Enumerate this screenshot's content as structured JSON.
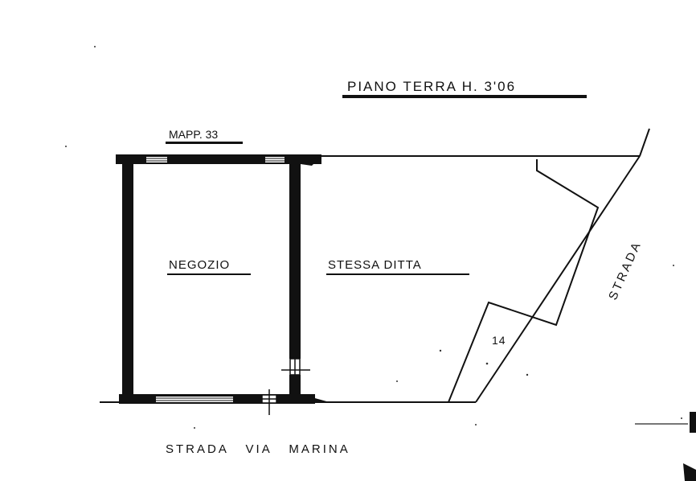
{
  "title": "PIANO  TERRA  H. 3'06",
  "mappale": "MAPP. 33",
  "rooms": {
    "negozio": "NEGOZIO",
    "stessa_ditta": "STESSA  DITTA"
  },
  "parcel_number": "14",
  "streets": {
    "side": "STRADA",
    "front": "STRADA   VIA   MARINA"
  },
  "colors": {
    "ink": "#111111",
    "paper": "#ffffff"
  }
}
